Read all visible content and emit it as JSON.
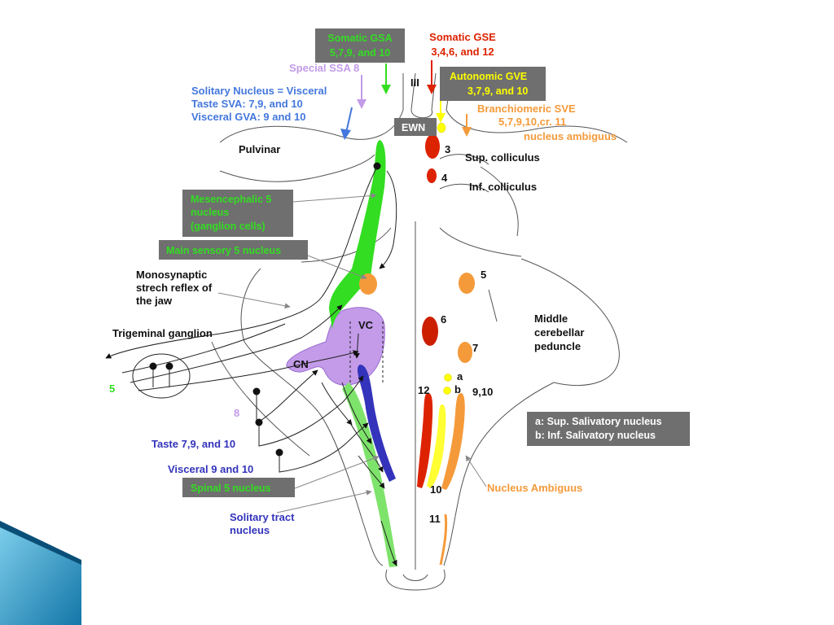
{
  "header_boxes": {
    "somatic_gsa": [
      "Somatic GSA",
      "5,7,9, and 10"
    ],
    "autonomic_gve": [
      "Autonomic GVE",
      "3,7,9, and 10"
    ],
    "ewn": "EWN"
  },
  "header_labels": {
    "somatic_gse": [
      "Somatic GSE",
      "3,4,6, and 12"
    ],
    "special_ssa": "Special SSA 8",
    "solitary": [
      "Solitary Nucleus = Visceral",
      "Taste SVA: 7,9, and 10",
      "Visceral GVA: 9 and 10"
    ],
    "branchiomeric": [
      "Branchiomeric SVE",
      "5,7,9,10,cr.  11",
      "nucleus ambiguus"
    ],
    "roman_iii": "III"
  },
  "structure_labels": {
    "pulvinar": "Pulvinar",
    "sup_colliculus": "Sup. colliculus",
    "inf_colliculus": "Inf. colliculus",
    "middle_cerebellar": [
      "Middle",
      "cerebellar",
      "peduncle"
    ],
    "monosynaptic": [
      "Monosynaptic",
      "strech reflex of",
      "the jaw"
    ],
    "trigeminal_ganglion": "Trigeminal ganglion",
    "nucleus_ambiguus": "Nucleus Ambiguus",
    "solitary_tract": [
      "Solitary tract",
      "nucleus"
    ],
    "taste": "Taste 7,9, and 10",
    "visceral": "Visceral 9 and 10",
    "vc": "VC",
    "cn": "CN"
  },
  "nerve_numbers": {
    "n3": "3",
    "n4": "4",
    "n5_right": "5",
    "n6": "6",
    "n7": "7",
    "n12": "12",
    "n9_10": "9,10",
    "n10": "10",
    "n11": "11",
    "n5_left": "5",
    "n8": "8",
    "a": "a",
    "b": "b"
  },
  "gray_boxes": {
    "mesencephalic": [
      "Mesencephalic 5",
      "nucleus",
      "(ganglion cells)"
    ],
    "main_sensory": "Main sensory 5 nucleus",
    "spinal": "Spinal  5 nucleus",
    "salivatory": [
      "a: Sup. Salivatory nucleus",
      "b: Inf. Salivatory nucleus"
    ]
  },
  "colors": {
    "gsa_green": "#33dd22",
    "gse_red": "#dd2200",
    "gve_yellow": "#ffff00",
    "sve_orange": "#f59a3a",
    "ssa_lilac": "#c39be8",
    "svа_blue": "#4477dd",
    "solitary_blue": "#3333bb",
    "box_gray": "#6f6f6f",
    "accent_teal": "#1a8fc0"
  }
}
